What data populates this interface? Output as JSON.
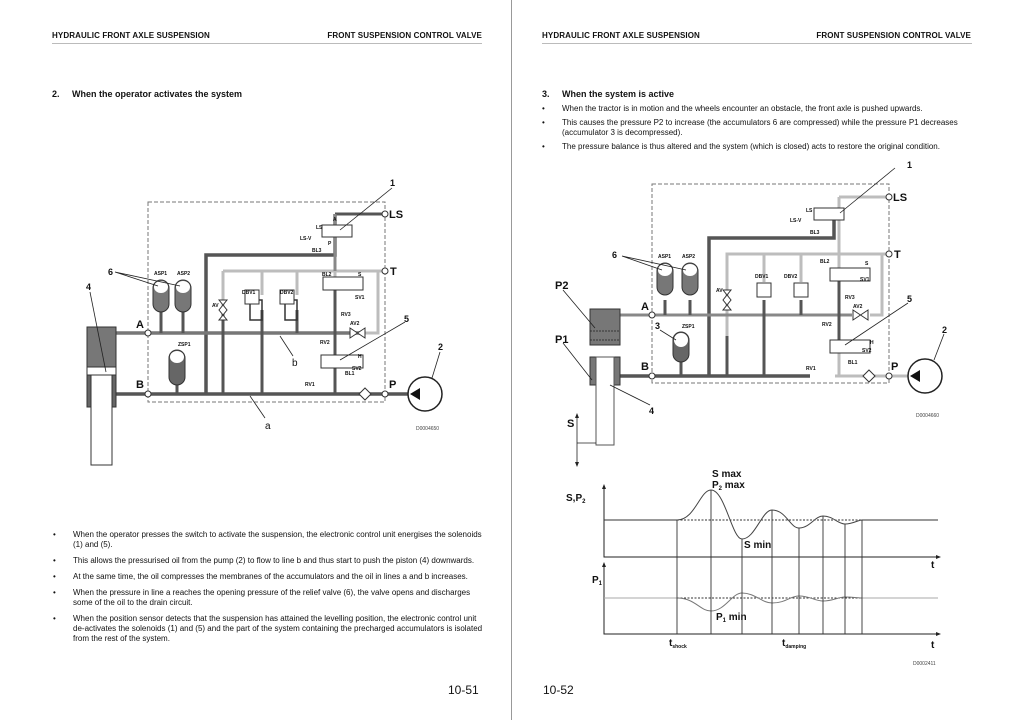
{
  "left_page": {
    "header_left": "HYDRAULIC FRONT AXLE SUSPENSION",
    "header_right": "FRONT SUSPENSION CONTROL VALVE",
    "section_number": "2.",
    "section_title": "When the operator activates the system",
    "diagram": {
      "ports": {
        "ls": "LS",
        "t": "T",
        "p": "P",
        "a": "A",
        "b": "B"
      },
      "components": {
        "asp1": "ASP1",
        "asp2": "ASP2",
        "zsp1": "ZSP1",
        "av": "AV",
        "av2": "AV2",
        "dbv1": "DBV1",
        "dbv2": "DBV2",
        "bl1": "BL1",
        "bl2": "BL2",
        "bl3": "BL3",
        "rv1": "RV1",
        "rv2": "RV2",
        "rv3": "RV3",
        "sv1": "SV1",
        "sv2": "SV2",
        "ls_v": "LS-V",
        "ls": "LS",
        "s": "S",
        "h": "H",
        "valve_a": "A",
        "valve_p": "P"
      },
      "callouts": {
        "c1": "1",
        "c2": "2",
        "c4": "4",
        "c5": "5",
        "c6": "6"
      },
      "line_a": "a",
      "line_b": "b",
      "ref": "D0004650"
    },
    "bullets": [
      "When the operator presses the switch to activate the suspension, the electronic control unit energises the solenoids (1) and (5).",
      "This allows the pressurised oil from the pump (2) to flow to line b and thus start to push the piston (4) downwards.",
      "At the same time, the oil compresses the membranes of the accumulators and the oil in lines a and b increases.",
      "When the pressure in line a reaches the opening pressure of the relief valve (6), the valve opens and discharges some of the oil to the drain circuit.",
      "When the position sensor detects that the suspension has attained the levelling position, the electronic control unit de-activates the solenoids (1) and (5) and the part of the system containing the precharged accumulators is isolated from the rest of the system."
    ],
    "page_number": "10-51"
  },
  "right_page": {
    "header_left": "HYDRAULIC FRONT AXLE SUSPENSION",
    "header_right": "FRONT SUSPENSION CONTROL VALVE",
    "section_number": "3.",
    "section_title": "When the system is active",
    "bullets": [
      "When the tractor is in motion and the wheels encounter an obstacle, the front axle is pushed upwards.",
      "This causes the pressure P2 to increase (the accumulators 6 are compressed) while the pressure P1 decreases (accumulator 3 is decompressed).",
      "The pressure balance is thus altered and the system (which is closed) acts to restore the original condition."
    ],
    "diagram": {
      "ports": {
        "ls": "LS",
        "t": "T",
        "p": "P",
        "a": "A",
        "b": "B"
      },
      "components": {
        "asp1": "ASP1",
        "asp2": "ASP2",
        "zsp1": "ZSP1",
        "av": "AV",
        "av2": "AV2",
        "dbv1": "DBV1",
        "dbv2": "DBV2",
        "bl1": "BL1",
        "bl2": "BL2",
        "bl3": "BL3",
        "rv1": "RV1",
        "rv2": "RV2",
        "rv3": "RV3",
        "sv1": "SV1",
        "sv2": "SV2",
        "ls_v": "LS-V",
        "ls": "LS",
        "s": "S",
        "h": "H"
      },
      "pressures": {
        "p1": "P1",
        "p2": "P2",
        "s": "S"
      },
      "callouts": {
        "c1": "1",
        "c2": "2",
        "c3": "3",
        "c4": "4",
        "c5": "5",
        "c6": "6"
      },
      "ref": "D0004660"
    },
    "graph": {
      "top_axis_label": "S,P",
      "top_axis_sub": "2",
      "s_max": "S max",
      "p2_max": "P",
      "p2_max_sub": "2",
      "p2_max_suffix": " max",
      "s_min": "S min",
      "t_top": "t",
      "bottom_axis_label": "P",
      "bottom_axis_sub": "1",
      "p1_min": "P",
      "p1_min_sub": "1",
      "p1_min_suffix": " min",
      "t_shock": "t",
      "t_shock_sub": "shock",
      "t_damping": "t",
      "t_damping_sub": "damping",
      "t_bottom": "t",
      "ref": "D0002411"
    },
    "page_number": "10-52"
  },
  "colors": {
    "pressure_line": "#555555",
    "drain_line": "#bdbdbd",
    "text": "#111111"
  }
}
